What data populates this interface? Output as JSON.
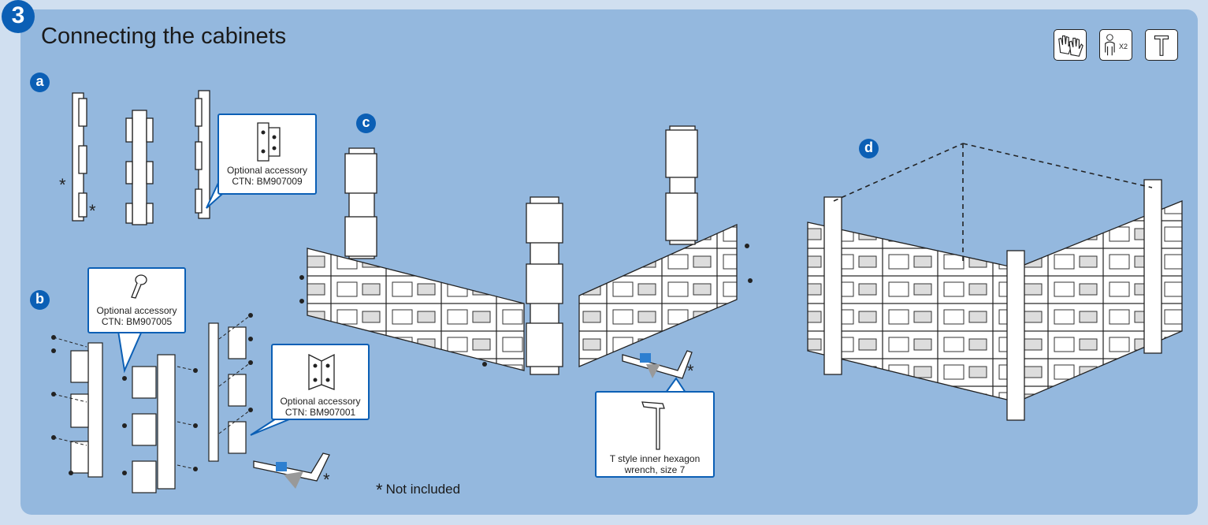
{
  "step": {
    "number": "3",
    "title": "Connecting the cabinets"
  },
  "tools": [
    {
      "name": "gloves-icon"
    },
    {
      "name": "person-icon",
      "label": "X2"
    },
    {
      "name": "hex-wrench-icon"
    }
  ],
  "sections": {
    "a": "a",
    "b": "b",
    "c": "c",
    "d": "d"
  },
  "callouts": {
    "a": {
      "line1": "Optional accessory",
      "line2": "CTN: BM907009"
    },
    "b_screw": {
      "line1": "Optional accessory",
      "line2": "CTN: BM907005"
    },
    "b_bracket": {
      "line1": "Optional accessory",
      "line2": "CTN: BM907001"
    },
    "wrench": {
      "line1": "T style inner hexagon",
      "line2": "wrench, size 7"
    }
  },
  "star": "*",
  "note": "Not included",
  "colors": {
    "accent": "#0b5fb5",
    "panel": "#94b8de",
    "background": "#d0dff0",
    "wrench_band": "#2d7fd0"
  }
}
